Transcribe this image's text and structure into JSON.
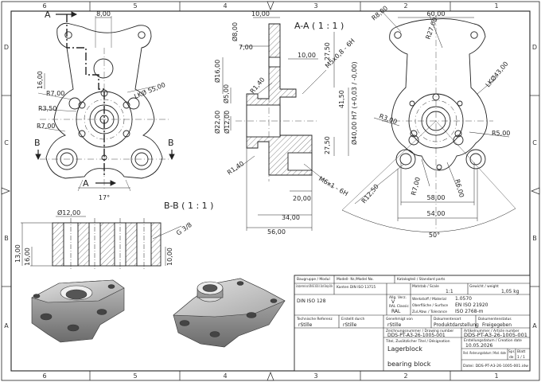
{
  "zones": {
    "cols": [
      "6",
      "5",
      "4",
      "3",
      "2",
      "1"
    ],
    "rows": [
      "D",
      "C",
      "B",
      "A"
    ]
  },
  "front_view": {
    "section_mark": "A",
    "section_mark_b": "B",
    "dims": {
      "top_width": "8,00",
      "left_height": "16,00",
      "r7_top": "R7,00",
      "r3_50": "R3,50",
      "r7_left": "R7,00",
      "lk_circle": "LKØ 55,00",
      "angle": "17°"
    }
  },
  "section_aa": {
    "title": "A-A ( 1 : 1 )",
    "dims": {
      "top": "10,00",
      "d8": "Ø8,00",
      "d16": "Ø16,00",
      "d5": "Ø5,00",
      "d22": "Ø22,00",
      "d12": "Ø12,00",
      "seven": "7,00",
      "ten": "10,00",
      "r1_40_top": "R1,40",
      "r1_40_bottom": "R1,40",
      "r27_50_top": "27,50",
      "r41_50": "41,50",
      "r27_50_bottom": "27,50",
      "thread_m5": "M5x0,8 - 6H",
      "bore": "Ø40,00 H7 (+0,03 / -0,00)",
      "m6": "M6x1 - 6H",
      "twenty": "20,00",
      "thirtyfour": "34,00",
      "fiftysix": "56,00"
    }
  },
  "right_view": {
    "dims": {
      "width60": "60,00",
      "r8": "R8,00",
      "r27": "R27,00",
      "lk43": "LKØ43,00",
      "r3": "R3,00",
      "r5": "R5,00",
      "r12_50": "R12,50",
      "r7": "R7,00",
      "r6": "R6,00",
      "w58": "58,00",
      "w54": "54,00",
      "angle50": "50°"
    }
  },
  "section_bb": {
    "title": "B-B ( 1 : 1 )",
    "dims": {
      "d12": "Ø12,00",
      "thread": "G 3/8",
      "h13": "13,00",
      "h16": "16,00",
      "h10": "10,00"
    }
  },
  "title_block": {
    "row1": {
      "group_label": "Baugruppe / Modul",
      "model_label": "Modell- Nr./Model No.",
      "catalog_label": "Katalogteil / Standard parts"
    },
    "row2": {
      "protect_text": "Schutzvermerk nach DIN ISO 16016 © Dachl Design Stille",
      "edge_label": "Kanten DIN ISO 13715",
      "material_zone": "Matstab / Scale",
      "scale_val": "1:1",
      "weight_label": "Gewicht / weight",
      "weight_val": "1,05 kg"
    },
    "row3": {
      "din_text": "DIN ISO 128",
      "dev_label": "Allg. Verz.",
      "dev_val": "V",
      "werkstoff_label": "Werkstoff / Material",
      "werkstoff_val": "1.0570",
      "ral_label": "RAL Classic",
      "ral_val": "RAL",
      "surface_label": "Oberfläche / Surface",
      "surface_val": "EN ISO 21920",
      "tol_label": "Zul.Abw. / Tolerance",
      "tol_val": "ISO 2768-m"
    },
    "row4": {
      "tech_label": "Technische Referenz",
      "tech_val": "rStille",
      "created_label": "Erstellt durch",
      "created_val": "rStille",
      "approved_label": "Genehmigt von",
      "approved_val": "rStille",
      "doc_type_label": "Dokumentenart",
      "doc_type_val": "Produktdarstellung",
      "doc_status_label": "Dokumentenstatus",
      "doc_status_val": "Freigegeben"
    },
    "row5": {
      "drawing_no_label": "Zeichnungsnummer / Drawing number",
      "drawing_no_val": "DDS-PT-A3-26-1005-001",
      "article_label": "Artikelnummer / Article number",
      "article_val": "DDS-PT-A3-26-1005-001"
    },
    "row6": {
      "title_label": "Titel, Zusätzlicher Titel / Désignation",
      "title_de": "Lagerblock",
      "title_en": "bearing block",
      "date_label": "Erstellungsdatum / Creation date",
      "date_val": "10.05.2026",
      "change_label": "Änd. Änderungsdatum / Mod. date",
      "lang_label": "Spr.",
      "lang_val": "de",
      "sheet_label": "Blatt",
      "sheet_val": "1 / 1",
      "file_val": "Datei: DDS-PT-A3-26-1005-001.idw"
    }
  }
}
